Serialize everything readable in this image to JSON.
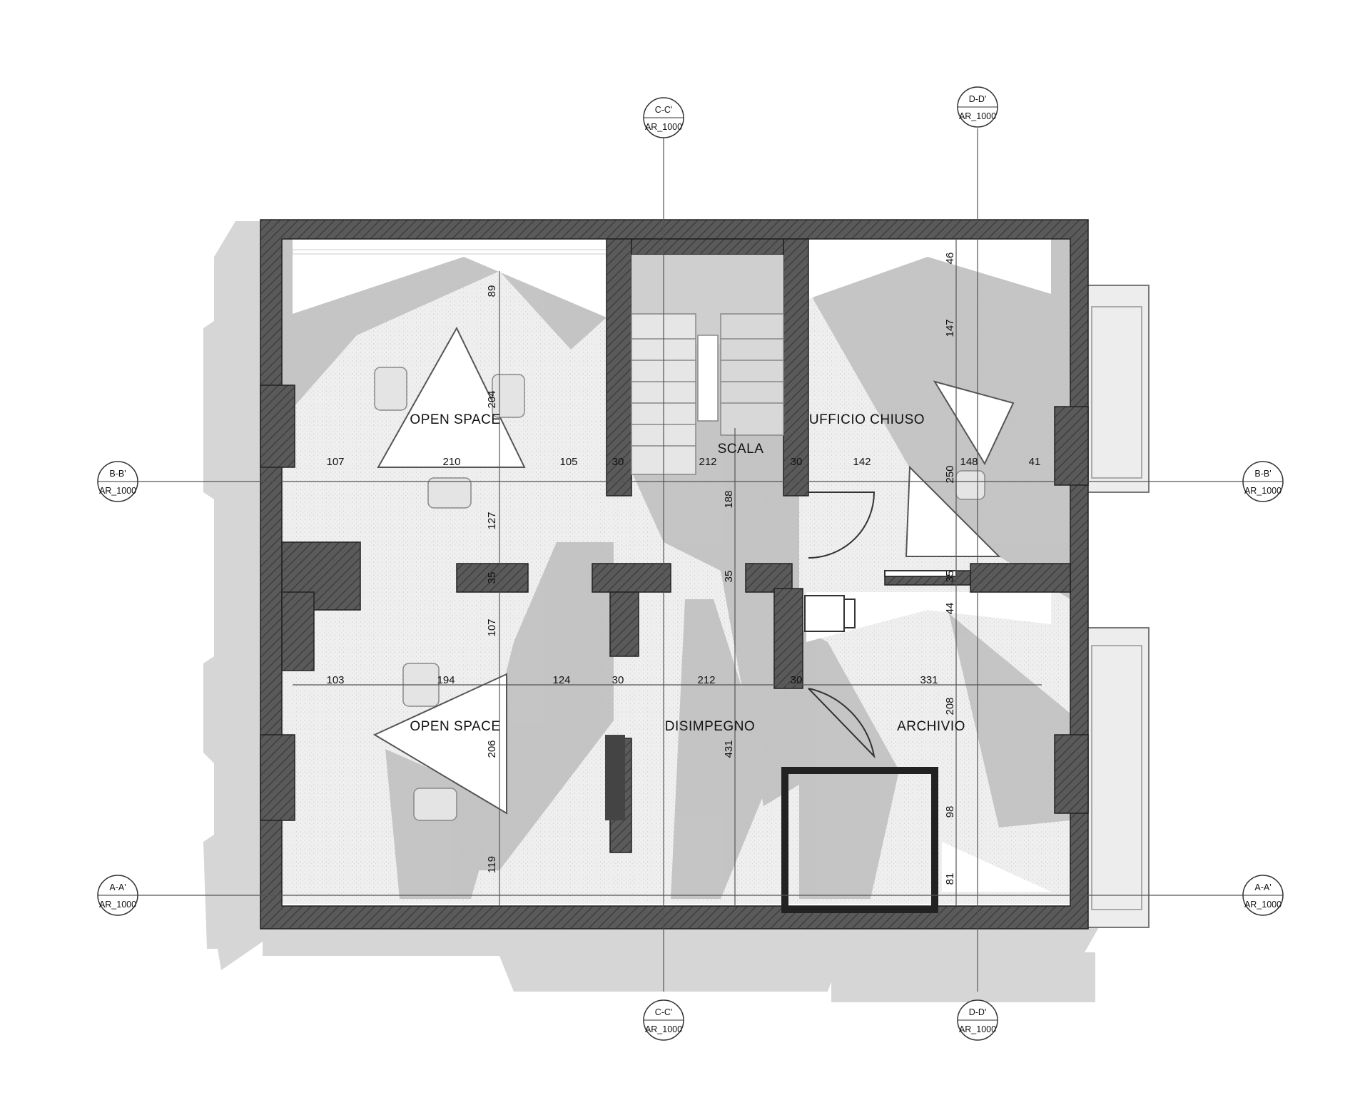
{
  "rooms": {
    "open_space_top": "OPEN SPACE",
    "open_space_bottom": "OPEN SPACE",
    "scala": "SCALA",
    "ufficio": "UFFICIO CHIUSO",
    "disimpegno": "DISIMPEGNO",
    "archivio": "ARCHIVIO"
  },
  "section_markers": {
    "cc_top": {
      "label": "C-C'",
      "ref": "AR_1000"
    },
    "dd_top": {
      "label": "D-D'",
      "ref": "AR_1000"
    },
    "cc_bottom": {
      "label": "C-C'",
      "ref": "AR_1000"
    },
    "dd_bottom": {
      "label": "D-D'",
      "ref": "AR_1000"
    },
    "bb_left": {
      "label": "B-B'",
      "ref": "AR_1000"
    },
    "bb_right": {
      "label": "B-B'",
      "ref": "AR_1000"
    },
    "aa_left": {
      "label": "A-A'",
      "ref": "AR_1000"
    },
    "aa_right": {
      "label": "A-A'",
      "ref": "AR_1000"
    }
  },
  "dimensions": {
    "d107a": "107",
    "d210": "210",
    "d105": "105",
    "d30a": "30",
    "d212a": "212",
    "d30b": "30",
    "d142": "142",
    "d148": "148",
    "d41": "41",
    "d103": "103",
    "d194": "194",
    "d124": "124",
    "d30c": "30",
    "d212b": "212",
    "d30d": "30",
    "d331": "331",
    "d89": "89",
    "d204": "204",
    "d127": "127",
    "d35a": "35",
    "d107b": "107",
    "d206": "206",
    "d119": "119",
    "d188": "188",
    "d35b": "35",
    "d431": "431",
    "d46": "46",
    "d147": "147",
    "d250": "250",
    "d35c": "35",
    "d44": "44",
    "d208": "208",
    "d98": "98",
    "d81": "81"
  },
  "colors": {
    "wall": "#555555",
    "wall_hatch": "#3d3d3d",
    "floor": "#eeeeee",
    "shadow": "#c9c9c9",
    "line": "#222222"
  }
}
